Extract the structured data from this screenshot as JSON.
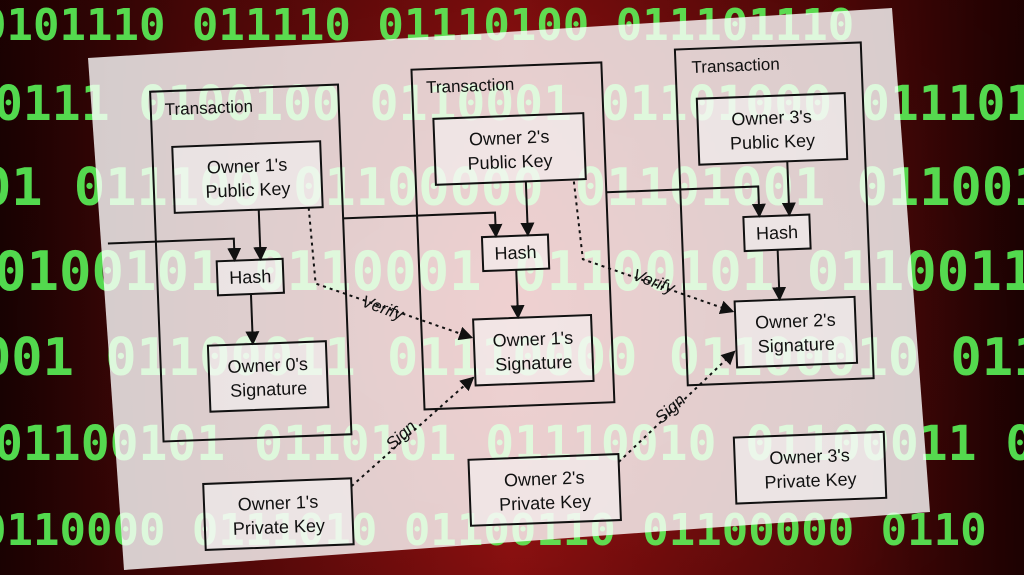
{
  "transactions": [
    {
      "title": "Transaction",
      "public_key": [
        "Owner 1's",
        "Public Key"
      ],
      "hash": "Hash",
      "signature": [
        "Owner 0's",
        "Signature"
      ]
    },
    {
      "title": "Transaction",
      "public_key": [
        "Owner 2's",
        "Public Key"
      ],
      "hash": "Hash",
      "signature": [
        "Owner 1's",
        "Signature"
      ]
    },
    {
      "title": "Transaction",
      "public_key": [
        "Owner 3's",
        "Public Key"
      ],
      "hash": "Hash",
      "signature": [
        "Owner 2's",
        "Signature"
      ]
    }
  ],
  "private_keys": [
    [
      "Owner 1's",
      "Private Key"
    ],
    [
      "Owner 2's",
      "Private Key"
    ],
    [
      "Owner 3's",
      "Private Key"
    ]
  ],
  "edge_labels": {
    "verify": "Verify",
    "sign": "Sign"
  },
  "background_binary": [
    "0101110 011110 01110100 011101110",
    "0111 0100100 0110001 01101000 011101",
    "01 011100 01100000 01101001 01100100",
    "0100101 0110001 01100101 0110011 0110",
    "001 01100011 01110000 01100010 01101",
    "01100101 0110101 01110010 01100011 0",
    "0110000 0111010 01100110 01100000 0110"
  ],
  "colors": {
    "binary": "#5cff5c",
    "sheet": "#ffffff",
    "ink": "#111111",
    "background": "#b01616"
  }
}
